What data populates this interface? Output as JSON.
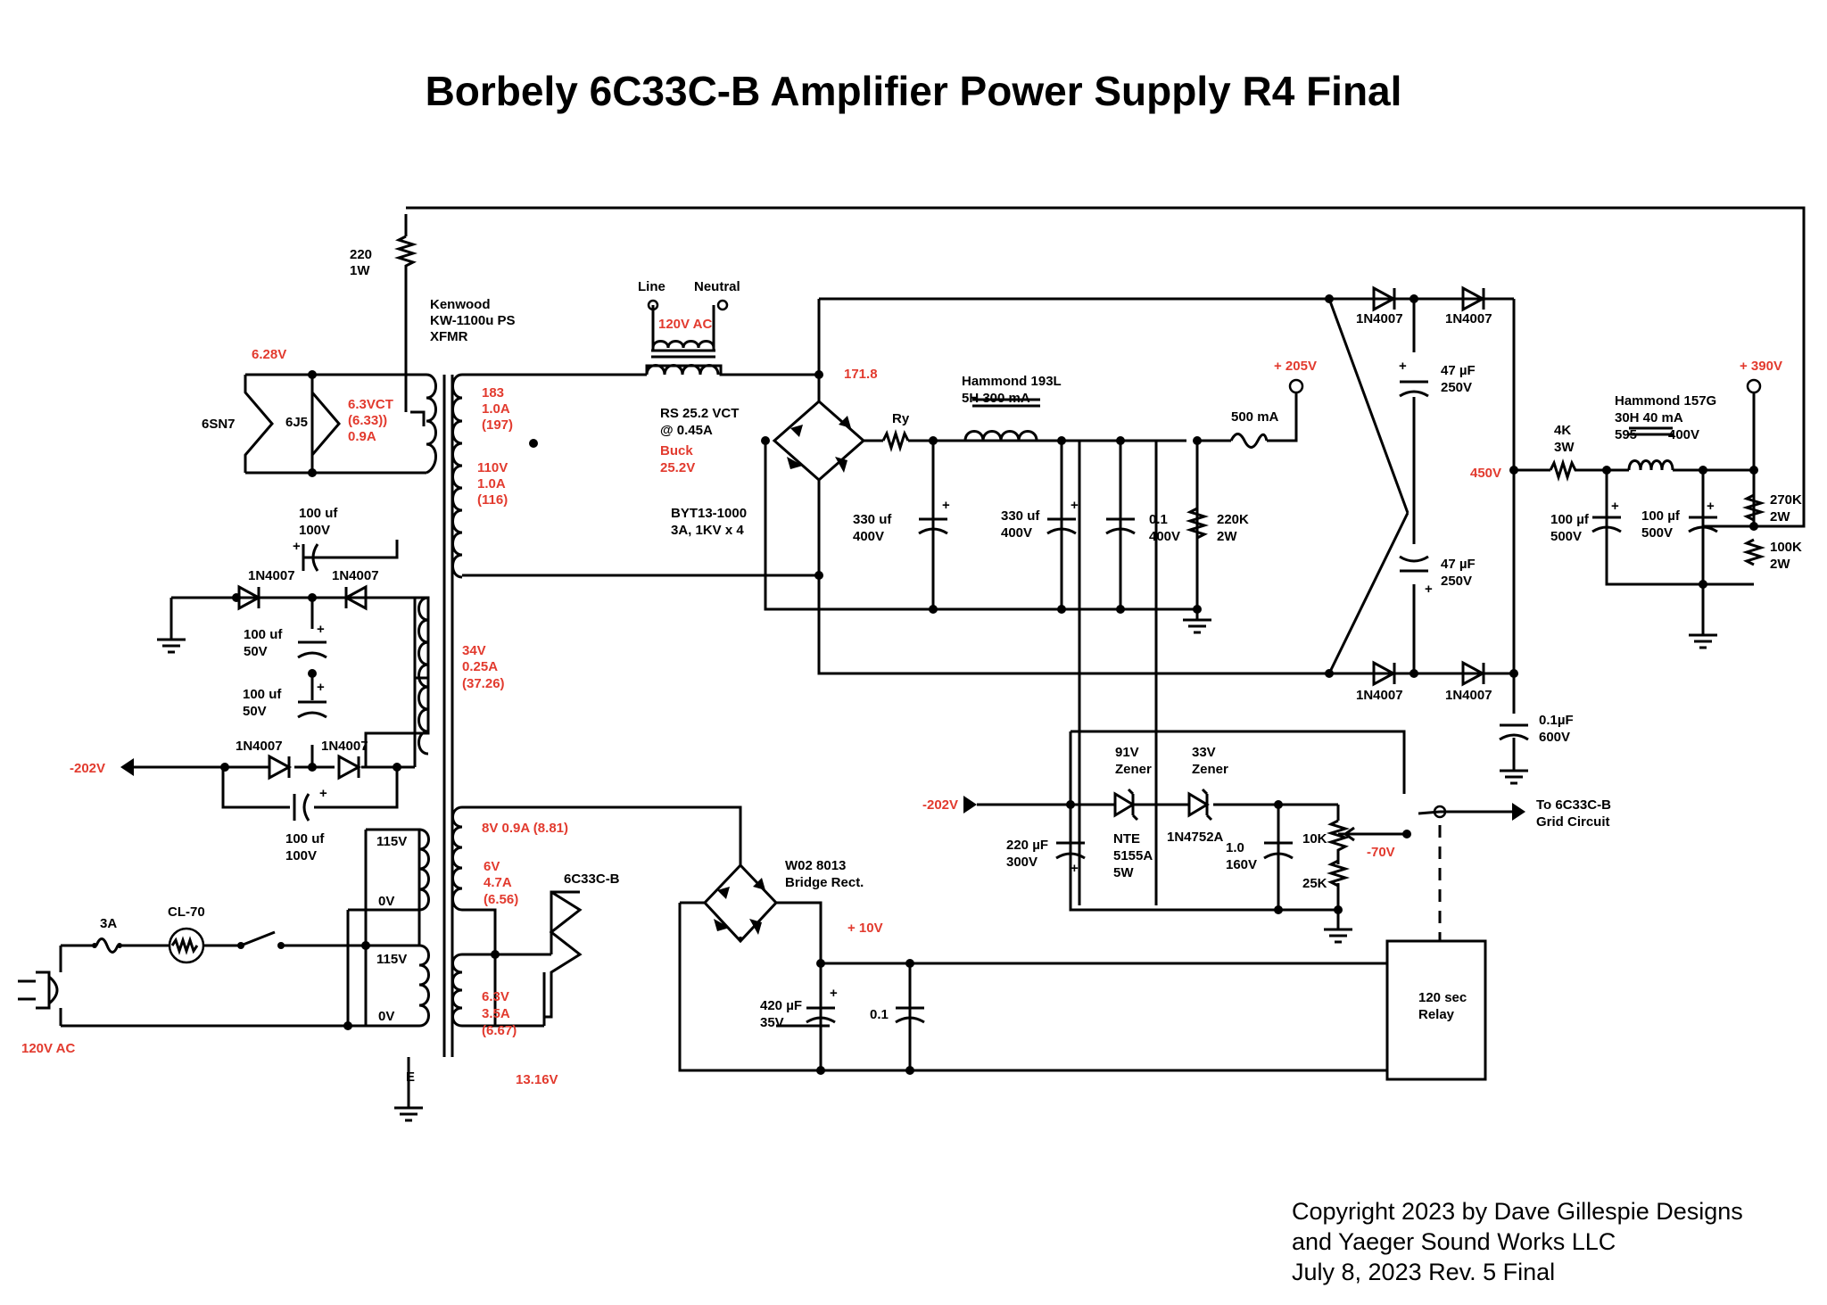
{
  "title": "Borbely 6C33C-B Amplifier Power Supply R4 Final",
  "copyright": [
    "Copyright 2023 by Dave Gillespie Designs",
    "and Yaeger Sound Works LLC",
    "July 8, 2023  Rev. 5 Final"
  ],
  "colors": {
    "wire": "#000000",
    "annotation": "#e23a2e",
    "background": "#ffffff"
  },
  "labels": {
    "r220": [
      "220",
      "1W"
    ],
    "xfmr": [
      "Kenwood",
      "KW-1100u PS",
      "XFMR"
    ],
    "heater_v": "6.28V",
    "tube_6sn7": "6SN7",
    "tube_6j5": "6J5",
    "sec_63vct": [
      "6.3VCT",
      "(6.33))",
      "0.9A"
    ],
    "sec_183": [
      "183",
      "1.0A",
      "(197)"
    ],
    "sec_110": [
      "110V",
      "1.0A",
      "(116)"
    ],
    "line": "Line",
    "neutral": "Neutral",
    "ac_in_top": "120V AC",
    "buck_xfmr": [
      "RS 25.2 VCT",
      "@ 0.45A"
    ],
    "buck": [
      "Buck",
      "25.2V"
    ],
    "bridge_main": [
      "BYT13-1000",
      "3A, 1KV x 4"
    ],
    "v1718": "171.8",
    "ry": "Ry",
    "choke_193l": [
      "Hammond 193L",
      "5H 300 mA"
    ],
    "c330a": [
      "330 uf",
      "400V"
    ],
    "c330b": [
      "330 uf",
      "400V"
    ],
    "c01_400": [
      "0.1",
      "400V"
    ],
    "r220k": [
      "220K",
      "2W"
    ],
    "fuse500": "500 mA",
    "out205": "+ 205V",
    "d_top1": "1N4007",
    "d_top2": "1N4007",
    "c47a": [
      "47 µF",
      "250V"
    ],
    "c47b": [
      "47 µF",
      "250V"
    ],
    "d_bot1": "1N4007",
    "d_bot2": "1N4007",
    "v450": "450V",
    "c01_600": [
      "0.1µF",
      "600V"
    ],
    "r4k": [
      "4K",
      "3W"
    ],
    "choke_157g": [
      "Hammond 157G",
      "30H 40 mA"
    ],
    "v595": "595",
    "v400": "400V",
    "out390": "+ 390V",
    "r270k": [
      "270K",
      "2W"
    ],
    "r100k": [
      "100K",
      "2W"
    ],
    "c100_500a": [
      "100 µf",
      "500V"
    ],
    "c100_500b": [
      "100 µf",
      "500V"
    ],
    "c100_100_top": [
      "100 uf",
      "100V"
    ],
    "d_bias1": "1N4007",
    "d_bias2": "1N4007",
    "c100_50a": [
      "100 uf",
      "50V"
    ],
    "c100_50b": [
      "100 uf",
      "50V"
    ],
    "d_bias3": "1N4007",
    "d_bias4": "1N4007",
    "neg202_left": "-202V",
    "c100_100_bot": [
      "100 uf",
      "100V"
    ],
    "sec_34v": [
      "34V",
      "0.25A",
      "(37.26)"
    ],
    "pri_115a": "115V",
    "pri_0a": "0V",
    "pri_115b": "115V",
    "pri_0b": "0V",
    "fuse3a": "3A",
    "cl70": "CL-70",
    "ac_in_bottom": "120V AC",
    "earth": "E",
    "sec_8v": "8V 0.9A (8.81)",
    "sec_6v": [
      "6V",
      "4.7A",
      "(6.56)"
    ],
    "sec_63v": [
      "6.3V",
      "3.5A",
      "(6.67)"
    ],
    "v1316": "13.16V",
    "tube_6c33": "6C33C-B",
    "bridge_w02": [
      "W02 8013",
      "Bridge Rect."
    ],
    "v10": "+ 10V",
    "c420": [
      "420 µF",
      "35V"
    ],
    "c01_relay": "0.1",
    "relay": [
      "120 sec",
      "Relay"
    ],
    "neg202_right": "-202V",
    "z91": [
      "91V",
      "Zener"
    ],
    "z91_part": [
      "NTE",
      "5155A",
      "5W"
    ],
    "z33": [
      "33V",
      "Zener"
    ],
    "z33_part": "1N4752A",
    "c220": [
      "220 µF",
      "300V"
    ],
    "c10_160": [
      "1.0",
      "160V"
    ],
    "r10k": "10K",
    "r25k": "25K",
    "neg70": "-70V",
    "grid_out": [
      "To 6C33C-B",
      "Grid Circuit"
    ]
  }
}
